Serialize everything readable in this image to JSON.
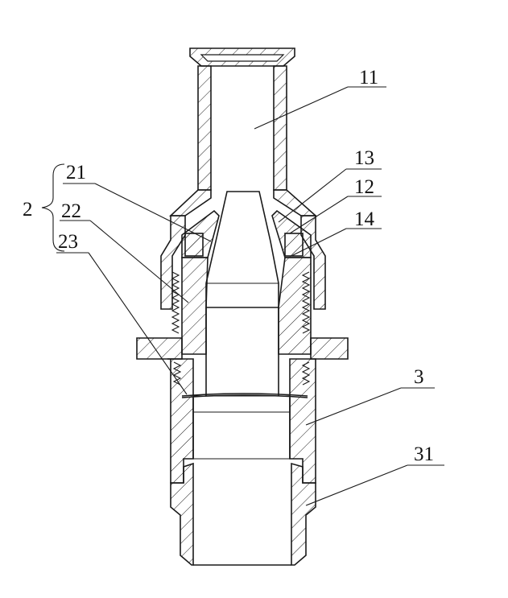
{
  "figure": {
    "labels": {
      "l11": "11",
      "l13": "13",
      "l12": "12",
      "l14": "14",
      "l21": "21",
      "l22": "22",
      "l23": "23",
      "l2": "2",
      "l3": "3",
      "l31": "31"
    }
  }
}
